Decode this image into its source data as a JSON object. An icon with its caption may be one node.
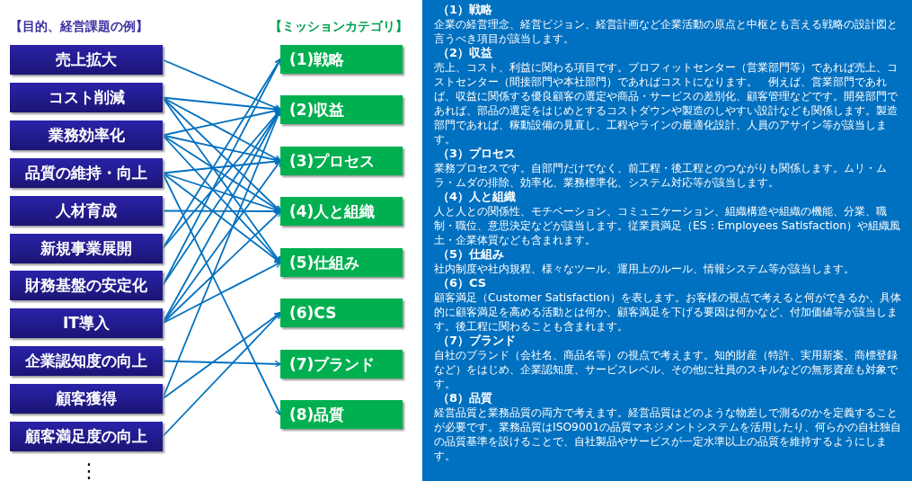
{
  "diagram": {
    "nodes": [
      {
        "text": [
          "売上拡大"
        ]
      },
      {
        "text": [
          "コスト削減"
        ]
      },
      {
        "text": [
          "業務効率化"
        ]
      },
      {
        "text": [
          "品質の維持・向上"
        ]
      },
      {
        "text": [
          "人材育成"
        ]
      },
      {
        "text": [
          "新規事業展開"
        ]
      },
      {
        "text": [
          "財務基盤の安定化"
        ]
      },
      {
        "text": [
          "IT導入"
        ]
      },
      {
        "text": [
          "企業認知度の向上"
        ]
      },
      {
        "text": [
          "顧客獲得"
        ]
      },
      {
        "text": [
          "顧客満足度の向上"
        ]
      },
      {
        "text": [
          "(1)戦略"
        ]
      },
      {
        "text": [
          "(2)収益"
        ]
      },
      {
        "text": [
          "(3)プロセス"
        ]
      },
      {
        "text": [
          "(4)人と組織"
        ]
      },
      {
        "text": [
          "(5)仕組み"
        ]
      },
      {
        "text": [
          "(6)CS"
        ]
      },
      {
        "text": [
          "(7)ブランド"
        ]
      },
      {
        "text": [
          "(8)品質"
        ]
      },
      {
        "text": [
          "（1）戦略",
          "企業の経営理念、経営ビジョン、経営計画など企業活動の原点と中枢とも言える戦略の設計図と言うべき項目が該当します。",
          "（2）収益",
          "売上、コスト、利益に関わる項目です。プロフィットセンター（営業部門等）であれば売上、コストセンター（間接部門や本社部門）であればコストになります。　例えば、営業部門であれば、収益に関係する優良顧客の選定や商品・サービスの差別化、顧客管理などです。開発部門であれば、部品の選定をはじめとするコストダウンや製造のしやすい設計なども関係します。製造部門であれば、稼動設備の見直し、工程やラインの最適化設計、人員のアサイン等が該当します。",
          "（3）プロセス",
          "業務プロセスです。自部門だけでなく、前工程・後工程とのつながりも関係します。ムリ・ムラ・ムダの排除、効率化、業務標準化、システム対応等が該当します。",
          "（4）人と組織",
          "人と人との関係性、モチベーション、コミュニケーション、組織構造や組織の機能、分業、職制・職位、意思決定などが該当します。従業員満足（ES：Employees Satisfaction）や組織風土・企業体質なども含まれます。",
          "（5）仕組み",
          "社内制度や社内規程、様々なツール、運用上のルール、情報システム等が該当します。",
          "（6）CS",
          "顧客満足（Customer Satisfaction）を表します。お客様の視点で考えると何ができるか、具体的に顧客満足を高める活動とは何か、顧客満足を下げる要因は何かなど、付加価値等が該当します。後工程に関わることも含まれます。",
          "（7）ブランド",
          "自社のブランド（会社名、商品名等）の視点で考えます。知的財産（特許、実用新案、商標登録など）をはじめ、企業認知度、サービスレベル、その他に社員のスキルなどの無形資産も対象です。",
          "（8）品質",
          "経営品質と業務品質の両方で考えます。経営品質はどのような物差しで測るのかを定義することが必要です。業務品質はISO9001の品質マネジメントシステムを活用したり、何らかの自社独自の品質基準を設けることで、自社製品やサービスが一定水準以上の品質を維持するようにします。"
        ]
      }
    ],
    "edges": [
      {
        "from": 0,
        "to": 12,
        "arrow": "to"
      },
      {
        "from": 1,
        "to": 12,
        "arrow": "to"
      },
      {
        "from": 1,
        "to": 13,
        "arrow": "to"
      },
      {
        "from": 1,
        "to": 14,
        "arrow": "to"
      },
      {
        "from": 1,
        "to": 15,
        "arrow": "to"
      },
      {
        "from": 2,
        "to": 12,
        "arrow": "to"
      },
      {
        "from": 2,
        "to": 13,
        "arrow": "to"
      },
      {
        "from": 2,
        "to": 14,
        "arrow": "to"
      },
      {
        "from": 2,
        "to": 15,
        "arrow": "to"
      },
      {
        "from": 3,
        "to": 13,
        "arrow": "to"
      },
      {
        "from": 3,
        "to": 14,
        "arrow": "to"
      },
      {
        "from": 3,
        "to": 15,
        "arrow": "to"
      },
      {
        "from": 3,
        "to": 18,
        "arrow": "to"
      },
      {
        "from": 4,
        "to": 14,
        "arrow": "to"
      },
      {
        "from": 5,
        "to": 11,
        "arrow": "to"
      },
      {
        "from": 5,
        "to": 12,
        "arrow": "to"
      },
      {
        "from": 6,
        "to": 11,
        "arrow": "to"
      },
      {
        "from": 6,
        "to": 12,
        "arrow": "to"
      },
      {
        "from": 7,
        "to": 12,
        "arrow": "to"
      },
      {
        "from": 7,
        "to": 13,
        "arrow": "to"
      },
      {
        "from": 7,
        "to": 14,
        "arrow": "to"
      },
      {
        "from": 7,
        "to": 15,
        "arrow": "to"
      },
      {
        "from": 8,
        "to": 17,
        "arrow": "to"
      },
      {
        "from": 9,
        "to": 12,
        "arrow": "to"
      },
      {
        "from": 9,
        "to": 16,
        "arrow": "to"
      },
      {
        "from": 10,
        "to": 16,
        "arrow": "to"
      }
    ],
    "labels": [
      "【目的、経営課題の例】",
      "【ミッションカテゴリ】",
      "⋮"
    ]
  }
}
